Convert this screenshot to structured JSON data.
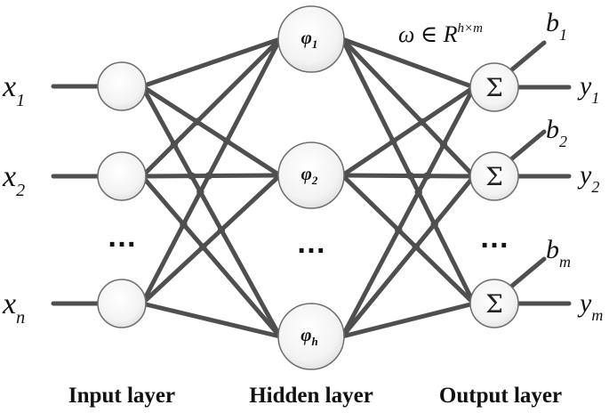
{
  "inputs": [
    {
      "base": "x",
      "sub": "1"
    },
    {
      "base": "x",
      "sub": "2"
    },
    {
      "base": "x",
      "sub": "n"
    }
  ],
  "hidden": [
    {
      "base": "φ",
      "sub": "1"
    },
    {
      "base": "φ",
      "sub": "2"
    },
    {
      "base": "φ",
      "sub": "h"
    }
  ],
  "outputs": [
    {
      "symbol": "Σ",
      "bias_base": "b",
      "bias_sub": "1",
      "y_base": "y",
      "y_sub": "1"
    },
    {
      "symbol": "Σ",
      "bias_base": "b",
      "bias_sub": "2",
      "y_base": "y",
      "y_sub": "2"
    },
    {
      "symbol": "Σ",
      "bias_base": "b",
      "bias_sub": "m",
      "y_base": "y",
      "y_sub": "m"
    }
  ],
  "weight_label": {
    "text": "ω ∈ R",
    "sup": "h×m"
  },
  "ellipsis": "…",
  "layers": {
    "input": "Input layer",
    "hidden": "Hidden layer",
    "output": "Output layer"
  }
}
